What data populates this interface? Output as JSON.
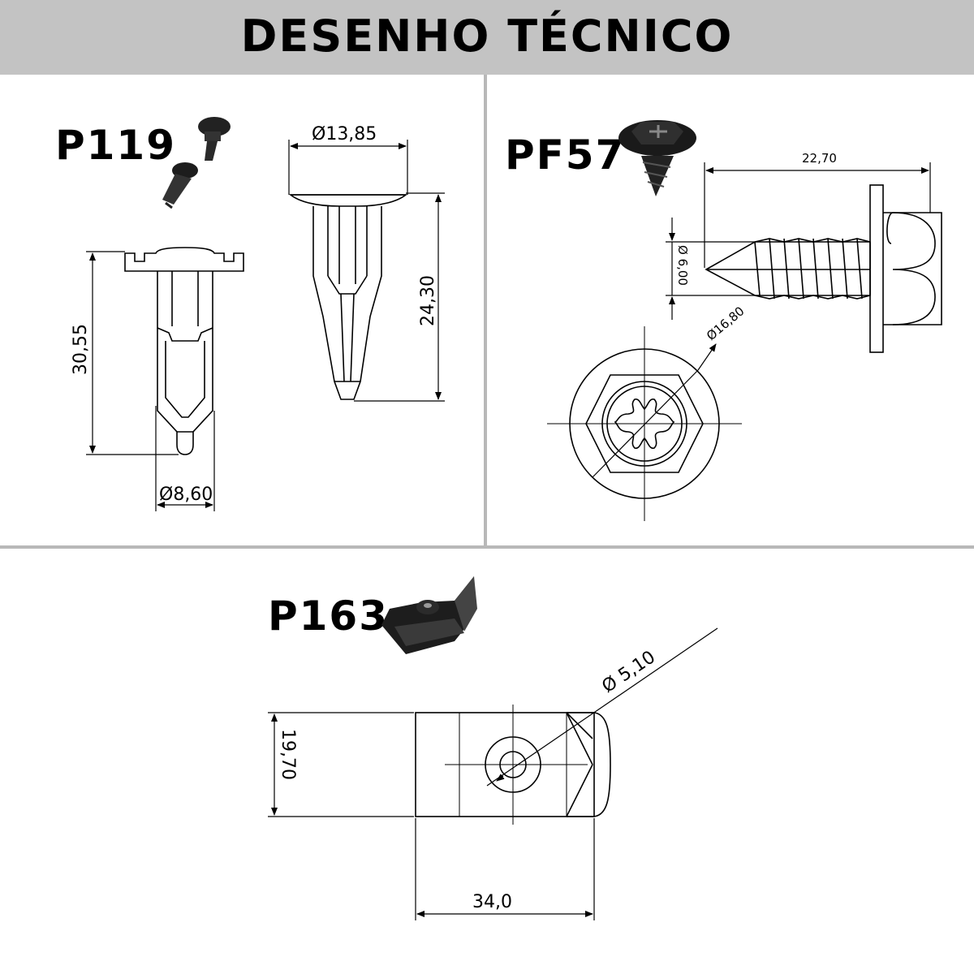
{
  "header": {
    "title": "DESENHO TÉCNICO"
  },
  "parts": [
    {
      "code": "P119",
      "dims": {
        "top_diameter": "Ø13,85",
        "length": "24,30",
        "height": "30,55",
        "diameter": "Ø8,60"
      }
    },
    {
      "code": "PF57",
      "dims": {
        "length": "22,70",
        "shank_diameter": "Ø 6,00",
        "washer_diameter": "Ø16,80"
      }
    },
    {
      "code": "P163",
      "dims": {
        "hole_diameter": "Ø 5,10",
        "height": "19,70",
        "width": "34,0"
      }
    }
  ],
  "colors": {
    "header_bg": "#c3c3c3",
    "divider": "#b8b8b8",
    "line": "#000000"
  }
}
